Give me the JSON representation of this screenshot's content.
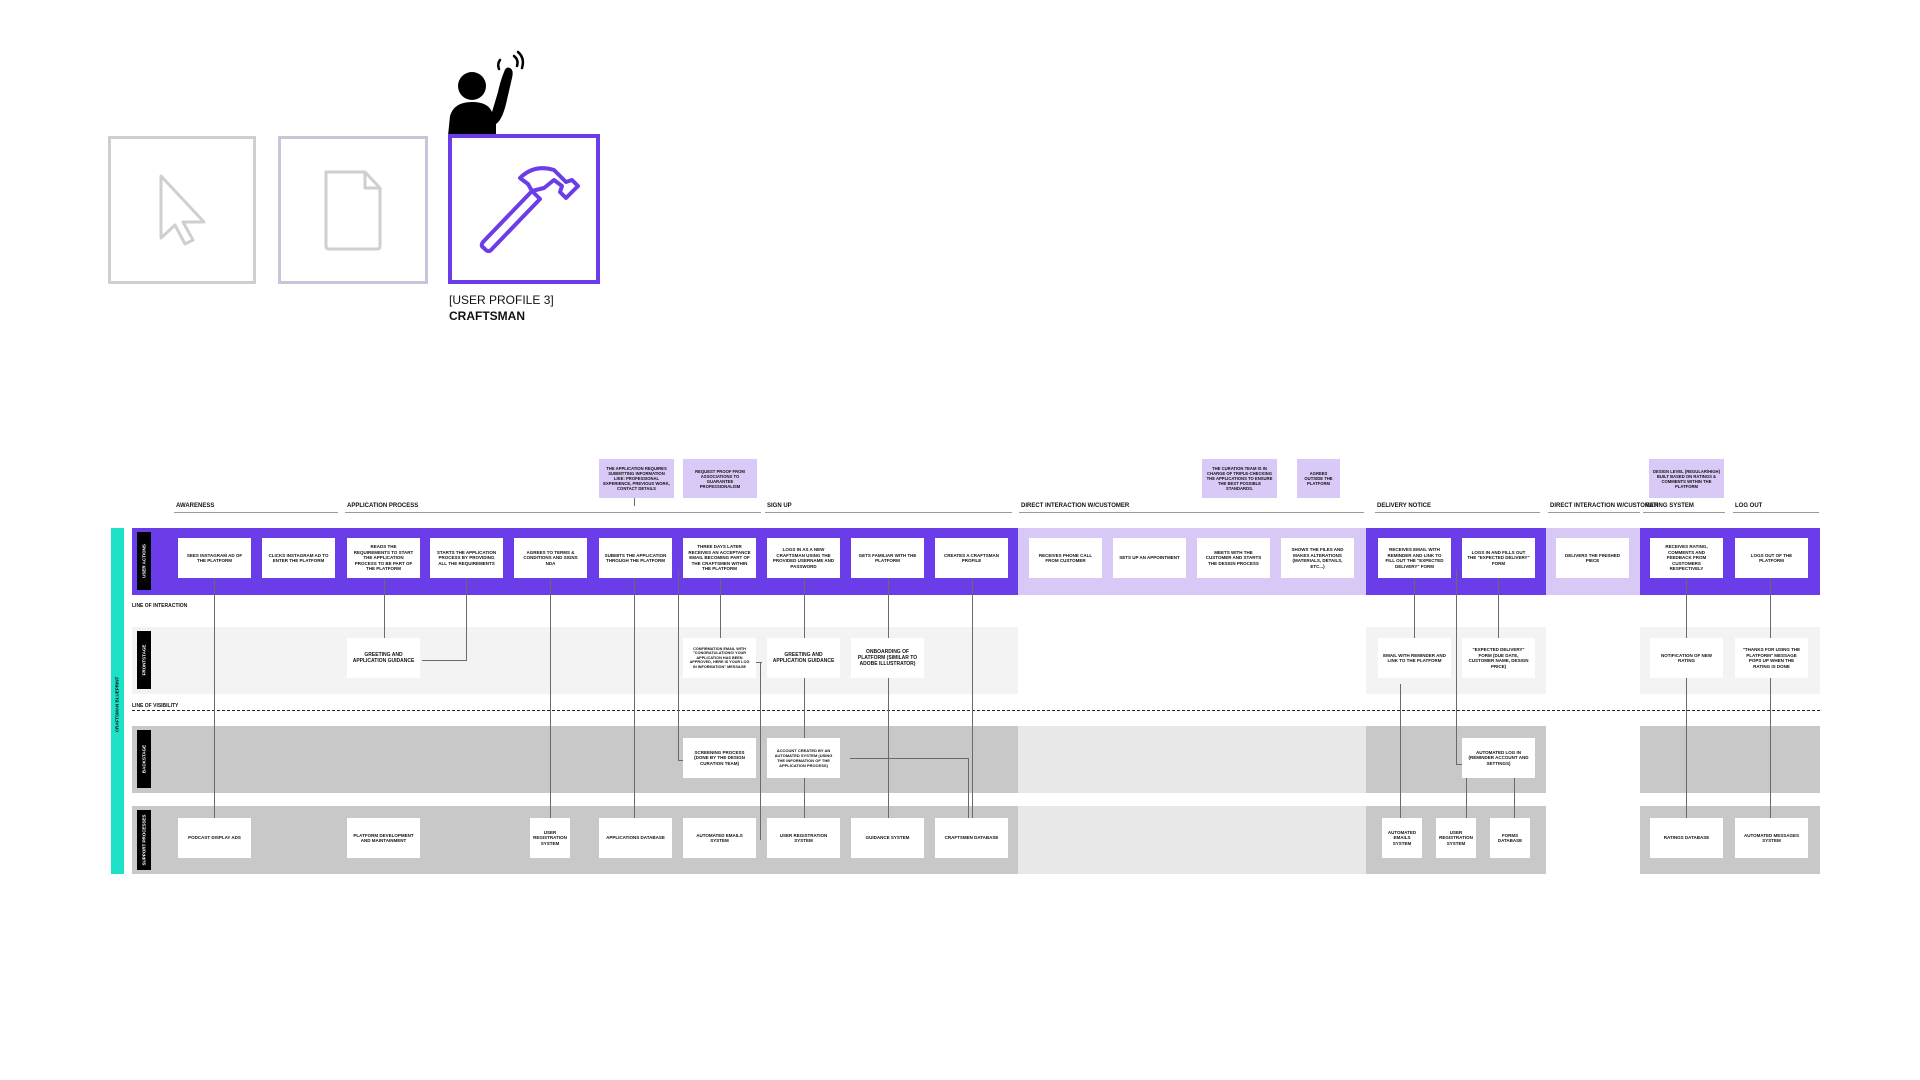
{
  "colors": {
    "accent": "#6a3de8",
    "accent_light": "#d7c8f6",
    "teal": "#1de2c8",
    "gray_band": "#c8c8c8",
    "light_gray": "#f3f3f3"
  },
  "profiles": [
    {
      "icon": "cursor-icon"
    },
    {
      "icon": "document-icon"
    },
    {
      "icon": "hammer-icon",
      "caption_top": "[USER PROFILE 3]",
      "caption_name": "CRAFTSMAN",
      "figure_icon": "waving-person-icon"
    }
  ],
  "blueprint_title": "CRAFTSMAN BLUEPRINT",
  "stages": [
    {
      "id": "s1",
      "label": "AWARENESS"
    },
    {
      "id": "s2",
      "label": "APPLICATION PROCESS"
    },
    {
      "id": "s3",
      "label": "SIGN UP"
    },
    {
      "id": "s4",
      "label": "DIRECT INTERACTION W/CUSTOMER"
    },
    {
      "id": "s5",
      "label": "DELIVERY NOTICE"
    },
    {
      "id": "s6",
      "label": "DIRECT INTERACTION W/CUSTOMER"
    },
    {
      "id": "s7",
      "label": "RATING SYSTEM"
    },
    {
      "id": "s8",
      "label": "LOG OUT"
    }
  ],
  "lanes": {
    "user_actions": "USER ACTIONS",
    "frontstage": "FRONTSTAGE",
    "backstage": "BACKSTAGE",
    "support": "SUPPORT PROCESSES"
  },
  "lines": {
    "interaction": "LINE OF INTERACTION",
    "visibility": "LINE OF VISIBILITY"
  },
  "notes": [
    {
      "id": "n1",
      "text": "THE APPLICATION REQUIRES SUBMITTING INFORMATION LIKE: PROFESSIONAL EXPERIENCE, PREVIOUS WORK, CONTACT DETAILS"
    },
    {
      "id": "n2",
      "text": "REQUEST PROOF FROM ASSOCIATIONS TO GUARANTEE PROFESSIONALISM"
    },
    {
      "id": "n3",
      "text": "THE CURATION TEAM IS IN CHARGE OF TRIPLE-CHECKING THE APPLICATIONS TO ENSURE THE BEST POSSIBLE STANDARDS."
    },
    {
      "id": "n4",
      "text": "AGREES OUTSIDE THE PLATFORM"
    },
    {
      "id": "n5",
      "text": "DESIGN LEVEL (REGULAR/HIGH) BUILT BASED ON RATINGS & COMMENTS WITHIN THE PLATFORM"
    }
  ],
  "user_actions": [
    "SEES INSTAGRAM AD OF THE PLATFORM",
    "CLICKS INSTAGRAM AD TO ENTER THE PLATFORM",
    "READS THE REQUIREMENTS TO START THE APPLICATION PROCESS TO BE PART OF THE PLATFORM",
    "STARTS THE APPLICATION PROCESS BY PROVIDING ALL THE REQUIREMENTS",
    "AGREES TO TERMS & CONDITIONS AND SIGNS NDA",
    "SUBMITS THE APPLICATION THROUGH THE PLATFORM",
    "THREE DAYS LATER RECEIVES AN ACCEPTANCE EMAIL BECOMING PART OF THE CRAFTSMEN WITHIN THE PLATFORM",
    "LOGS IN AS A NEW CRAFTSMAN USING THE PROVIDED USERNAME AND PASSWORD",
    "GETS FAMILIAR WITH THE PLATFORM",
    "CREATES A CRAFTSMAN PROFILE",
    "RECEIVES PHONE CALL FROM CUSTOMER",
    "SETS UP AN APPOINTMENT",
    "MEETS WITH THE CUSTOMER AND STARTS THE DESIGN PROCESS",
    "SHOWS THE FILES AND MAKES ALTERATIONS (MATERIALS, DETAILS, ETC...)",
    "RECEIVES EMAIL WITH REMINDER AND LINK TO FILL OUT THE \"EXPECTED DELIVERY\" FORM",
    "LOGS IN AND FILLS OUT THE \"EXPECTED DELIVERY\" FORM",
    "DELIVERS THE FINISHED PIECE",
    "RECEIVES RATING, COMMENTS AND FEEDBACK FROM CUSTOMERS RESPECTIVELY",
    "LOGS OUT OF THE PLATFORM"
  ],
  "frontstage": [
    "GREETING AND APPLICATION GUIDANCE",
    "CONFIRMATION EMAIL WITH \"CONGRATULATIONS! YOUR APPLICATION HAS BEEN APPROVED, HERE IS YOUR LOG IN INFORMATION\" MESSAGE",
    "GREETING AND APPLICATION GUIDANCE",
    "ONBOARDING OF PLATFORM (SIMILAR TO ADOBE ILLUSTRATOR)",
    "EMAIL WITH REMINDER AND LINK TO THE PLATFORM",
    "\"EXPECTED DELIVERY\" FORM (DUE DATE, CUSTOMER NAME, DESIGN PRICE)",
    "NOTIFICATION OF NEW RATING",
    "\"THANKS FOR USING THE PLATFORM\" MESSAGE POPS UP WHEN THE RATING IS DONE"
  ],
  "backstage": [
    "SCREENING PROCESS (DONE BY THE DESIGN CURATION TEAM)",
    "ACCOUNT CREATED BY AN AUTOMATED SYSTEM (USING THE INFORMATION OF THE APPLICATION PROCESS)",
    "AUTOMATED LOG IN (REMINDER ACCOUNT AND SETTINGS)"
  ],
  "support": [
    "PODCAST DISPLAY ADS",
    "PLATFORM DEVELOPMENT AND MAINTAINMENT",
    "USER REGISTRATION SYSTEM",
    "APPLICATIONS DATABASE",
    "AUTOMATED EMAILS SYSTEM",
    "USER REGISTRATION SYSTEM",
    "GUIDANCE SYSTEM",
    "CRAFTSMEN DATABASE",
    "AUTOMATED EMAILS SYSTEM",
    "USER REGISTRATION SYSTEM",
    "FORMS DATABASE",
    "RATINGS DATABASE",
    "AUTOMATED MESSAGES SYSTEM"
  ]
}
